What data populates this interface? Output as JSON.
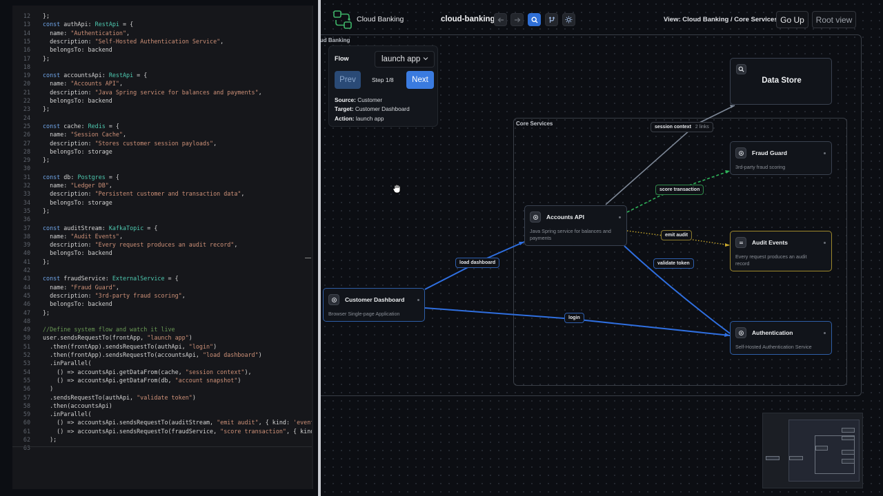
{
  "editor": {
    "lines": [
      {
        "n": "12",
        "segs": [
          {
            "t": "};",
            "c": ""
          }
        ]
      },
      {
        "n": "13",
        "segs": [
          {
            "t": "const ",
            "c": "kw"
          },
          {
            "t": "authApi: ",
            "c": ""
          },
          {
            "t": "RestApi",
            "c": "ty"
          },
          {
            "t": " = {",
            "c": ""
          }
        ]
      },
      {
        "n": "14",
        "segs": [
          {
            "t": "  name: ",
            "c": ""
          },
          {
            "t": "\"Authentication\"",
            "c": "st"
          },
          {
            "t": ",",
            "c": ""
          }
        ]
      },
      {
        "n": "15",
        "segs": [
          {
            "t": "  description: ",
            "c": ""
          },
          {
            "t": "\"Self-Hosted Authentication Service\"",
            "c": "st"
          },
          {
            "t": ",",
            "c": ""
          }
        ]
      },
      {
        "n": "16",
        "segs": [
          {
            "t": "  belongsTo: backend",
            "c": ""
          }
        ]
      },
      {
        "n": "17",
        "segs": [
          {
            "t": "};",
            "c": ""
          }
        ]
      },
      {
        "n": "18",
        "segs": []
      },
      {
        "n": "19",
        "segs": [
          {
            "t": "const ",
            "c": "kw"
          },
          {
            "t": "accountsApi: ",
            "c": ""
          },
          {
            "t": "RestApi",
            "c": "ty"
          },
          {
            "t": " = {",
            "c": ""
          }
        ]
      },
      {
        "n": "20",
        "segs": [
          {
            "t": "  name: ",
            "c": ""
          },
          {
            "t": "\"Accounts API\"",
            "c": "st"
          },
          {
            "t": ",",
            "c": ""
          }
        ]
      },
      {
        "n": "21",
        "segs": [
          {
            "t": "  description: ",
            "c": ""
          },
          {
            "t": "\"Java Spring service for balances and payments\"",
            "c": "st"
          },
          {
            "t": ",",
            "c": ""
          }
        ]
      },
      {
        "n": "22",
        "segs": [
          {
            "t": "  belongsTo: backend",
            "c": ""
          }
        ]
      },
      {
        "n": "23",
        "segs": [
          {
            "t": "};",
            "c": ""
          }
        ]
      },
      {
        "n": "24",
        "segs": []
      },
      {
        "n": "25",
        "segs": [
          {
            "t": "const ",
            "c": "kw"
          },
          {
            "t": "cache: ",
            "c": ""
          },
          {
            "t": "Redis",
            "c": "ty"
          },
          {
            "t": " = {",
            "c": ""
          }
        ]
      },
      {
        "n": "26",
        "segs": [
          {
            "t": "  name: ",
            "c": ""
          },
          {
            "t": "\"Session Cache\"",
            "c": "st"
          },
          {
            "t": ",",
            "c": ""
          }
        ]
      },
      {
        "n": "27",
        "segs": [
          {
            "t": "  description: ",
            "c": ""
          },
          {
            "t": "\"Stores customer session payloads\"",
            "c": "st"
          },
          {
            "t": ",",
            "c": ""
          }
        ]
      },
      {
        "n": "28",
        "segs": [
          {
            "t": "  belongsTo: storage",
            "c": ""
          }
        ]
      },
      {
        "n": "29",
        "segs": [
          {
            "t": "};",
            "c": ""
          }
        ]
      },
      {
        "n": "30",
        "segs": []
      },
      {
        "n": "31",
        "segs": [
          {
            "t": "const ",
            "c": "kw"
          },
          {
            "t": "db: ",
            "c": ""
          },
          {
            "t": "Postgres",
            "c": "ty"
          },
          {
            "t": " = {",
            "c": ""
          }
        ]
      },
      {
        "n": "32",
        "segs": [
          {
            "t": "  name: ",
            "c": ""
          },
          {
            "t": "\"Ledger DB\"",
            "c": "st"
          },
          {
            "t": ",",
            "c": ""
          }
        ]
      },
      {
        "n": "33",
        "segs": [
          {
            "t": "  description: ",
            "c": ""
          },
          {
            "t": "\"Persistent customer and transaction data\"",
            "c": "st"
          },
          {
            "t": ",",
            "c": ""
          }
        ]
      },
      {
        "n": "34",
        "segs": [
          {
            "t": "  belongsTo: storage",
            "c": ""
          }
        ]
      },
      {
        "n": "35",
        "segs": [
          {
            "t": "};",
            "c": ""
          }
        ]
      },
      {
        "n": "36",
        "segs": []
      },
      {
        "n": "37",
        "segs": [
          {
            "t": "const ",
            "c": "kw"
          },
          {
            "t": "auditStream: ",
            "c": ""
          },
          {
            "t": "KafkaTopic",
            "c": "ty"
          },
          {
            "t": " = {",
            "c": ""
          }
        ]
      },
      {
        "n": "38",
        "segs": [
          {
            "t": "  name: ",
            "c": ""
          },
          {
            "t": "\"Audit Events\"",
            "c": "st"
          },
          {
            "t": ",",
            "c": ""
          }
        ]
      },
      {
        "n": "39",
        "segs": [
          {
            "t": "  description: ",
            "c": ""
          },
          {
            "t": "\"Every request produces an audit record\"",
            "c": "st"
          },
          {
            "t": ",",
            "c": ""
          }
        ]
      },
      {
        "n": "40",
        "segs": [
          {
            "t": "  belongsTo: backend",
            "c": ""
          }
        ]
      },
      {
        "n": "41",
        "segs": [
          {
            "t": "};",
            "c": ""
          }
        ]
      },
      {
        "n": "42",
        "segs": []
      },
      {
        "n": "43",
        "segs": [
          {
            "t": "const ",
            "c": "kw"
          },
          {
            "t": "fraudService: ",
            "c": ""
          },
          {
            "t": "ExternalService",
            "c": "ty"
          },
          {
            "t": " = {",
            "c": ""
          }
        ]
      },
      {
        "n": "44",
        "segs": [
          {
            "t": "  name: ",
            "c": ""
          },
          {
            "t": "\"Fraud Guard\"",
            "c": "st"
          },
          {
            "t": ",",
            "c": ""
          }
        ]
      },
      {
        "n": "45",
        "segs": [
          {
            "t": "  description: ",
            "c": ""
          },
          {
            "t": "\"3rd-party fraud scoring\"",
            "c": "st"
          },
          {
            "t": ",",
            "c": ""
          }
        ]
      },
      {
        "n": "46",
        "segs": [
          {
            "t": "  belongsTo: backend",
            "c": ""
          }
        ]
      },
      {
        "n": "47",
        "segs": [
          {
            "t": "};",
            "c": ""
          }
        ]
      },
      {
        "n": "48",
        "segs": []
      },
      {
        "n": "49",
        "segs": [
          {
            "t": "//Define system flow and watch it live",
            "c": "cm"
          }
        ]
      },
      {
        "n": "50",
        "segs": [
          {
            "t": "user.sendsRequestTo(frontApp, ",
            "c": ""
          },
          {
            "t": "\"launch app\"",
            "c": "st"
          },
          {
            "t": ")",
            "c": ""
          }
        ]
      },
      {
        "n": "51",
        "segs": [
          {
            "t": "  .then(frontApp).sendsRequestTo(authApi, ",
            "c": ""
          },
          {
            "t": "\"login\"",
            "c": "st"
          },
          {
            "t": ")",
            "c": ""
          }
        ]
      },
      {
        "n": "52",
        "segs": [
          {
            "t": "  .then(frontApp).sendsRequestTo(accountsApi, ",
            "c": ""
          },
          {
            "t": "\"load dashboard\"",
            "c": "st"
          },
          {
            "t": ")",
            "c": ""
          }
        ]
      },
      {
        "n": "53",
        "segs": [
          {
            "t": "  .inParallel(",
            "c": ""
          }
        ]
      },
      {
        "n": "54",
        "segs": [
          {
            "t": "    () => accountsApi.getDataFrom(cache, ",
            "c": ""
          },
          {
            "t": "\"session context\"",
            "c": "st"
          },
          {
            "t": "),",
            "c": ""
          }
        ]
      },
      {
        "n": "55",
        "segs": [
          {
            "t": "    () => accountsApi.getDataFrom(db, ",
            "c": ""
          },
          {
            "t": "\"account snapshot\"",
            "c": "st"
          },
          {
            "t": ")",
            "c": ""
          }
        ]
      },
      {
        "n": "56",
        "segs": [
          {
            "t": "  )",
            "c": ""
          }
        ]
      },
      {
        "n": "57",
        "segs": [
          {
            "t": "  .sendsRequestTo(authApi, ",
            "c": ""
          },
          {
            "t": "\"validate token\"",
            "c": "st"
          },
          {
            "t": ")",
            "c": ""
          }
        ]
      },
      {
        "n": "58",
        "segs": [
          {
            "t": "  .then(accountsApi)",
            "c": ""
          }
        ]
      },
      {
        "n": "59",
        "segs": [
          {
            "t": "  .inParallel(",
            "c": ""
          }
        ]
      },
      {
        "n": "60",
        "segs": [
          {
            "t": "    () => accountsApi.sendsRequestTo(auditStream, ",
            "c": ""
          },
          {
            "t": "\"emit audit\"",
            "c": "st"
          },
          {
            "t": ", { kind: ",
            "c": ""
          },
          {
            "t": "'event'",
            "c": "st"
          },
          {
            "t": " }",
            "c": ""
          }
        ]
      },
      {
        "n": "61",
        "segs": [
          {
            "t": "    () => accountsApi.sendsRequestTo(fraudService, ",
            "c": ""
          },
          {
            "t": "\"score transaction\"",
            "c": "st"
          },
          {
            "t": ", { kind: ",
            "c": ""
          },
          {
            "t": "'s",
            "c": "st"
          }
        ]
      },
      {
        "n": "62",
        "segs": [
          {
            "t": "  );",
            "c": ""
          }
        ]
      },
      {
        "n": "63",
        "segs": []
      }
    ]
  },
  "toolbar": {
    "app_title": "Cloud Banking",
    "project_name": "cloud-banking",
    "back_icon": "arrow-left-icon",
    "forward_icon": "arrow-right-icon",
    "search_icon": "search-icon",
    "branch_icon": "branch-icon",
    "theme_icon": "sun-icon",
    "view_path": "View: Cloud Banking / Core Services",
    "go_up_label": "Go Up",
    "root_view_label": "Root view"
  },
  "groups": {
    "cloud_label": "oud Banking",
    "core_label": "Core Services"
  },
  "flow": {
    "label": "Flow",
    "selected": "launch app",
    "prev_label": "Prev",
    "step_label": "Step 1/8",
    "next_label": "Next",
    "source_key": "Source:",
    "source_value": "Customer",
    "target_key": "Target:",
    "target_value": "Customer Dashboard",
    "action_key": "Action:",
    "action_value": "launch app"
  },
  "nodes": {
    "data_store": {
      "title": "Data Store"
    },
    "fraud_guard": {
      "title": "Fraud Guard",
      "desc": "3rd-party fraud scoring"
    },
    "accounts_api": {
      "title": "Accounts API",
      "desc1": "Java Spring service for balances and",
      "desc2": "payments"
    },
    "audit_events": {
      "title": "Audit Events",
      "desc1": "Every request produces an audit",
      "desc2": "record"
    },
    "customer_dashboard": {
      "title": "Customer Dashboard",
      "desc": "Browser Single-page Application"
    },
    "authentication": {
      "title": "Authentication",
      "desc": "Self-Hosted Authentication Service"
    }
  },
  "edges": {
    "session_context": {
      "label": "session context",
      "sub": "2 links"
    },
    "score_transaction": "score transaction",
    "emit_audit": "emit audit",
    "validate_token": "validate token",
    "load_dashboard": "load dashboard",
    "login": "login"
  },
  "colors": {
    "accent_blue": "#3a7be0",
    "edge_blue": "#2f6fe0",
    "edge_green": "#2fb45a",
    "edge_yellow": "#c9a82c",
    "edge_gray": "#7d8796",
    "divider": "#c9ccd2"
  }
}
